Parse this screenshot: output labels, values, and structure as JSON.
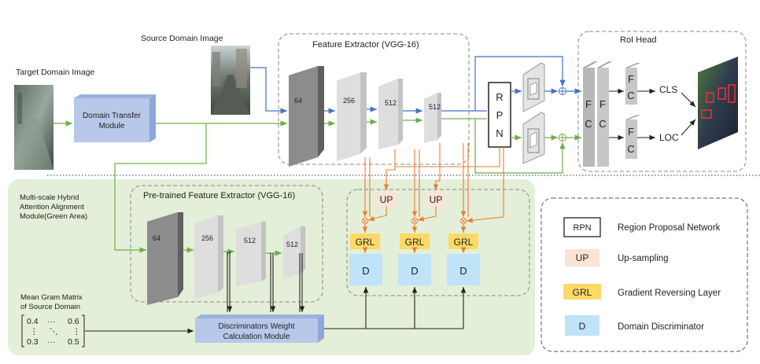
{
  "images": {
    "target_domain": "Target Domain Image",
    "source_domain": "Source Domain Image"
  },
  "domain_transfer": {
    "line1": "Domain Transfer",
    "line2": "Module"
  },
  "feature_extractor": {
    "title": "Feature Extractor (VGG-16)",
    "layers": [
      "64",
      "256",
      "512",
      "512"
    ]
  },
  "rpn": {
    "letters": [
      "R",
      "P",
      "N"
    ]
  },
  "roi_head": {
    "title": "RoI Head",
    "fc": [
      "F",
      "C"
    ],
    "cls": "CLS",
    "loc": "LOC"
  },
  "green_area": {
    "label_lines": [
      "Multi-scale Hybrid",
      "Attention Alignment",
      "Module(Green Area)"
    ],
    "pretrained_title": "Pre-trained Feature Extractor (VGG-16)",
    "layers": [
      "64",
      "256",
      "512",
      "512"
    ]
  },
  "alignment": {
    "up": "UP",
    "grl": "GRL",
    "d": "D"
  },
  "gram": {
    "title_line1": "Mean Gram Matrix",
    "title_line2": "of Source Domain",
    "row1": [
      "0.4",
      "···",
      "0.6"
    ],
    "row2": [
      "⋮",
      "⋱",
      "⋮"
    ],
    "row3": [
      "0.3",
      "···",
      "0.5"
    ]
  },
  "weight_module": {
    "line1": "Discriminators Weight",
    "line2": "Calculation Module"
  },
  "legend": {
    "rpn_key": "RPN",
    "rpn_desc": "Region Proposal Network",
    "up_key": "UP",
    "up_desc": "Up-sampling",
    "grl_key": "GRL",
    "grl_desc": "Gradient Reversing Layer",
    "d_key": "D",
    "d_desc": "Domain Discriminator"
  },
  "colors": {
    "green_area": "#e3efd8",
    "module_box": "#b7c8ea",
    "up_fill": "#fbe3d6",
    "grl_fill": "#ffd966",
    "d_fill": "#bfe3f8",
    "green_arrow": "#70ad47",
    "blue_arrow": "#4472c4",
    "orange_arrow": "#ed7d31"
  }
}
